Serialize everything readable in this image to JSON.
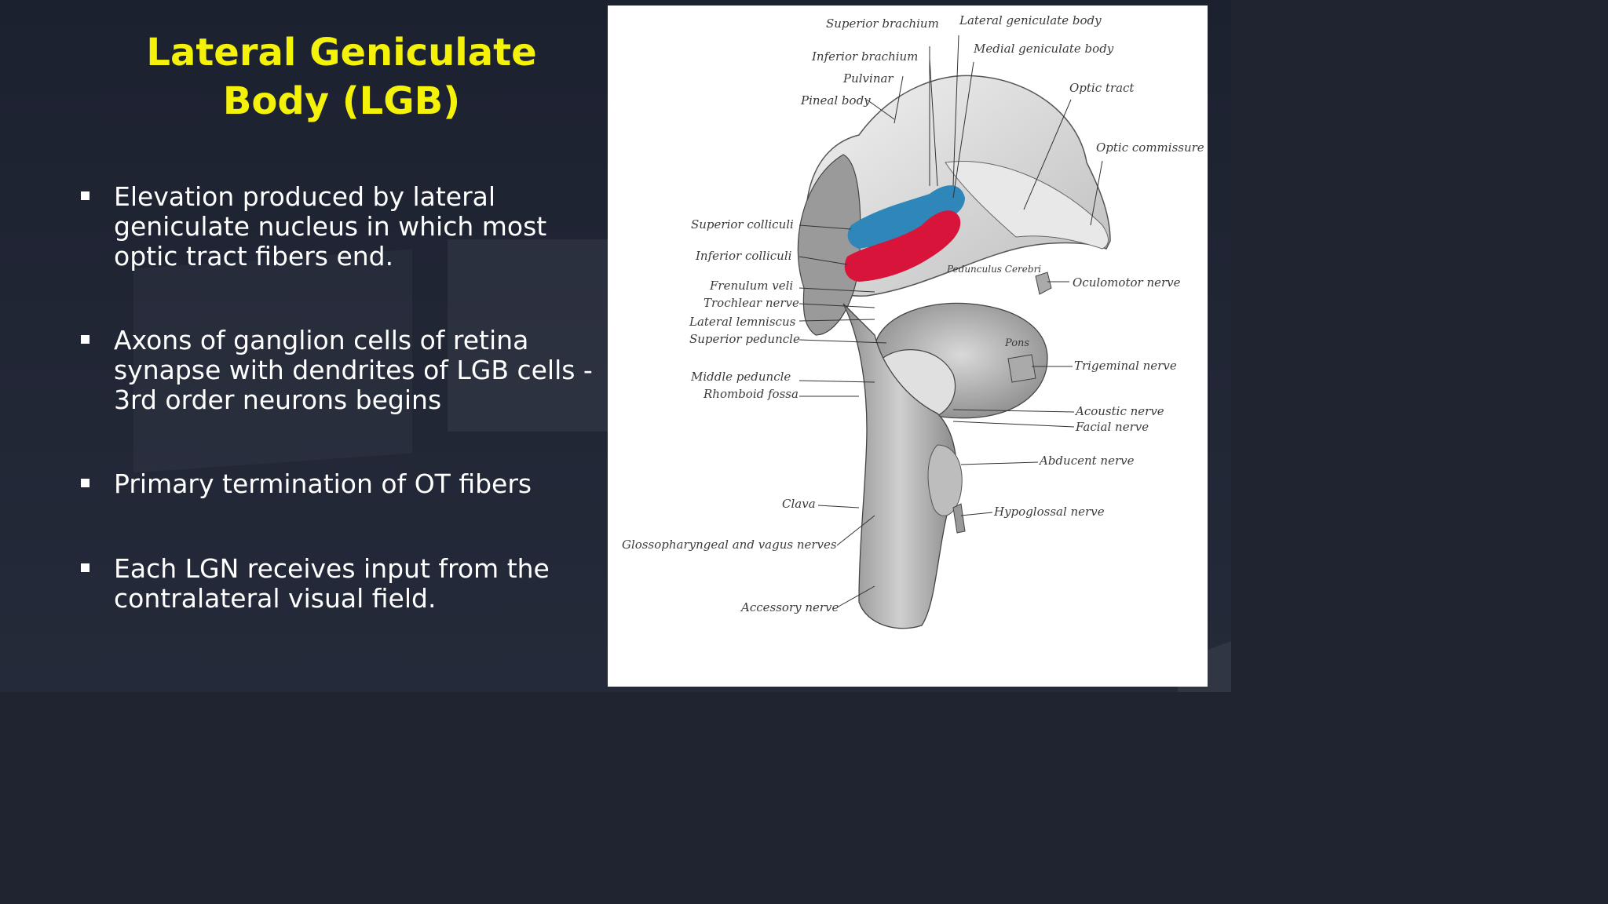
{
  "slide": {
    "title": "Lateral Geniculate Body (LGB)",
    "bullets": [
      "Elevation produced by lateral geniculate nucleus in which most optic tract fibers end.",
      "Axons of ganglion cells of retina synapse with dendrites of LGB cells - 3rd order neurons begins",
      "Primary termination of OT fibers",
      "Each LGN receives input from the contralateral visual field."
    ]
  },
  "figure": {
    "labels": {
      "superior_brachium": "Superior brachium",
      "lateral_geniculate_body": "Lateral geniculate body",
      "inferior_brachium": "Inferior brachium",
      "medial_geniculate_body": "Medial geniculate body",
      "pulvinar": "Pulvinar",
      "optic_tract": "Optic tract",
      "pineal_body": "Pineal body",
      "optic_commissure": "Optic commissure",
      "superior_colliculi": "Superior colliculi",
      "inferior_colliculi": "Inferior colliculi",
      "pedunculus_cerebri": "Pedunculus Cerebri",
      "frenulum_veli": "Frenulum veli",
      "oculomotor_nerve": "Oculomotor nerve",
      "trochlear_nerve": "Trochlear nerve",
      "lateral_lemniscus": "Lateral lemniscus",
      "superior_peduncle": "Superior peduncle",
      "pons": "Pons",
      "trigeminal_nerve": "Trigeminal nerve",
      "middle_peduncle": "Middle peduncle",
      "rhomboid_fossa": "Rhomboid fossa",
      "acoustic_nerve": "Acoustic nerve",
      "facial_nerve": "Facial nerve",
      "abducent_nerve": "Abducent nerve",
      "clava": "Clava",
      "hypoglossal_nerve": "Hypoglossal nerve",
      "glossopharyngeal_vagus": "Glossopharyngeal and vagus nerves",
      "accessory_nerve": "Accessory nerve"
    },
    "colors": {
      "lgb_highlight": "#d8143a",
      "mgb_highlight": "#2f86b8"
    }
  },
  "theme": {
    "background": "#1f2430",
    "title_color": "#f5f20a",
    "text_color": "#ffffff"
  }
}
